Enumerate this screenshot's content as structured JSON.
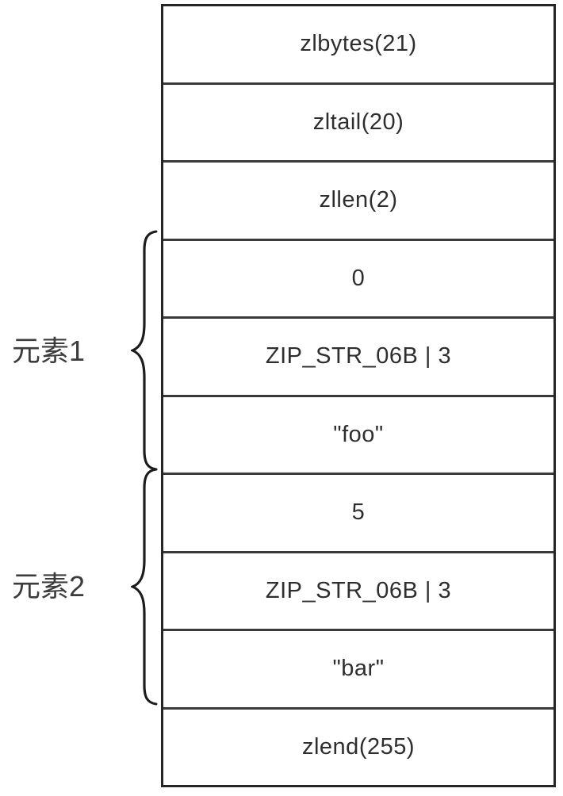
{
  "diagram": {
    "kind": "ziplist-structure",
    "cells": [
      {
        "label": "zlbytes(21)"
      },
      {
        "label": "zltail(20)"
      },
      {
        "label": "zllen(2)"
      },
      {
        "label": "0"
      },
      {
        "label": "ZIP_STR_06B | 3"
      },
      {
        "label": "\"foo\""
      },
      {
        "label": "5"
      },
      {
        "label": "ZIP_STR_06B | 3"
      },
      {
        "label": "\"bar\""
      },
      {
        "label": "zlend(255)"
      }
    ],
    "groups": [
      {
        "label": "元素1",
        "spans_cells": [
          "0",
          "ZIP_STR_06B | 3",
          "\"foo\""
        ]
      },
      {
        "label": "元素2",
        "spans_cells": [
          "5",
          "ZIP_STR_06B | 3",
          "\"bar\""
        ]
      }
    ],
    "colors": {
      "line": "#262626",
      "divider": "#3a3a3a",
      "text": "#2e2e2e",
      "background": "#ffffff"
    }
  }
}
